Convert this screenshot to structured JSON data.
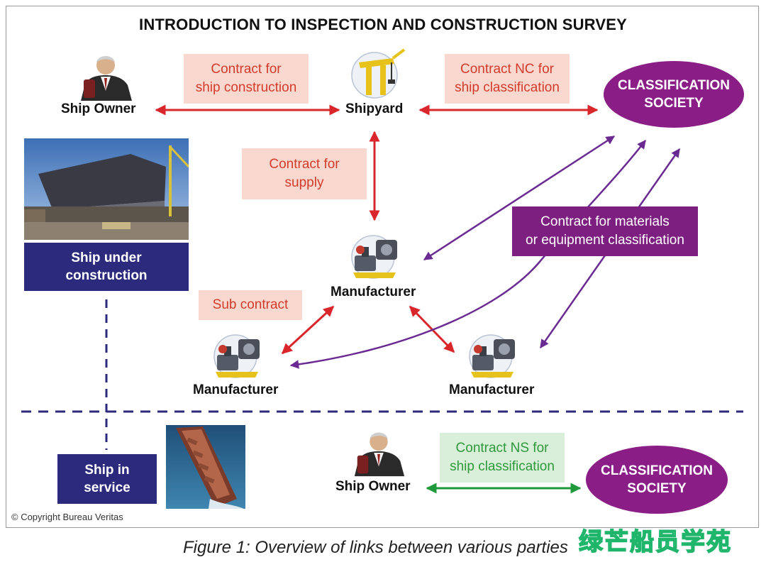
{
  "title": "INTRODUCTION TO INSPECTION AND CONSTRUCTION SURVEY",
  "parties": {
    "ship_owner_top": "Ship Owner",
    "shipyard": "Shipyard",
    "manufacturer_center": "Manufacturer",
    "manufacturer_left": "Manufacturer",
    "manufacturer_right": "Manufacturer",
    "ship_owner_bottom": "Ship Owner"
  },
  "classification_society": {
    "top_line1": "CLASSIFICATION",
    "top_line2": "SOCIETY",
    "bottom_line1": "CLASSIFICATION",
    "bottom_line2": "SOCIETY"
  },
  "contracts": {
    "ship_construction_line1": "Contract for",
    "ship_construction_line2": "ship construction",
    "nc_line1": "Contract NC for",
    "nc_line2": "ship classification",
    "supply_line1": "Contract for",
    "supply_line2": "supply",
    "sub_contract": "Sub contract",
    "materials_line1": "Contract for materials",
    "materials_line2": "or equipment classification",
    "ns_line1": "Contract NS for",
    "ns_line2": "ship classification"
  },
  "stages": {
    "construction_line1": "Ship under",
    "construction_line2": "construction",
    "service_line1": "Ship in",
    "service_line2": "service"
  },
  "copyright": "© Copyright Bureau Veritas",
  "caption": "Figure 1: Overview of links between various parties",
  "watermark": "绿芒船员学苑",
  "colors": {
    "contract_red": "#d9262b",
    "classification_purple": "#6a2a92",
    "service_green": "#1f9a3a",
    "stage_navy": "#2c2a7d",
    "society_fill": "#8a1e86"
  },
  "icons": {
    "ship_owner": "businessman-icon",
    "shipyard": "crane-icon",
    "manufacturer": "machinery-icon"
  }
}
